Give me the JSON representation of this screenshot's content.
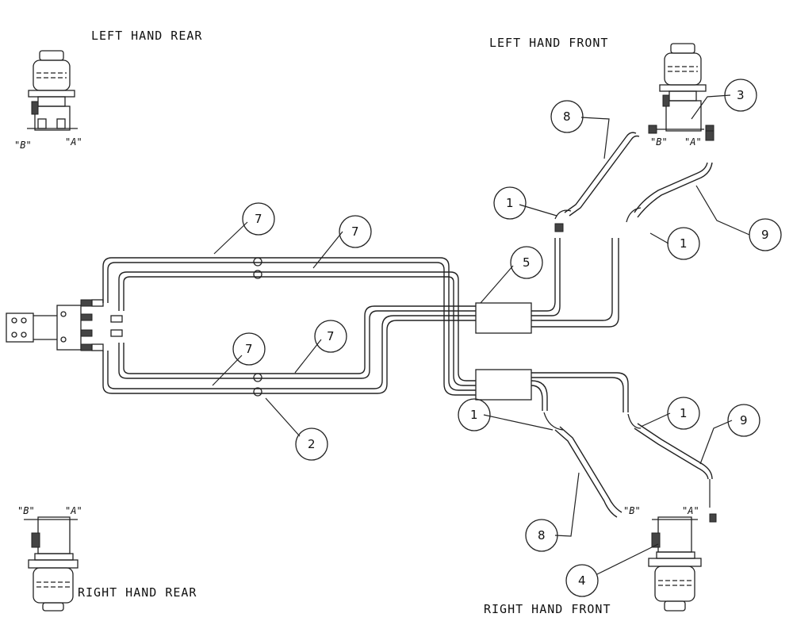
{
  "labels": {
    "left_hand_rear": "LEFT HAND REAR",
    "left_hand_front": "LEFT HAND FRONT",
    "right_hand_rear": "RIGHT HAND REAR",
    "right_hand_front": "RIGHT HAND FRONT"
  },
  "port_labels": {
    "b": "\"B\"",
    "a": "\"A\""
  },
  "callouts": {
    "c1": "1",
    "c2": "2",
    "c3": "3",
    "c4": "4",
    "c5": "5",
    "c7": "7",
    "c8": "8",
    "c9": "9"
  },
  "colors": {
    "ink": "#222222",
    "background": "#ffffff"
  }
}
